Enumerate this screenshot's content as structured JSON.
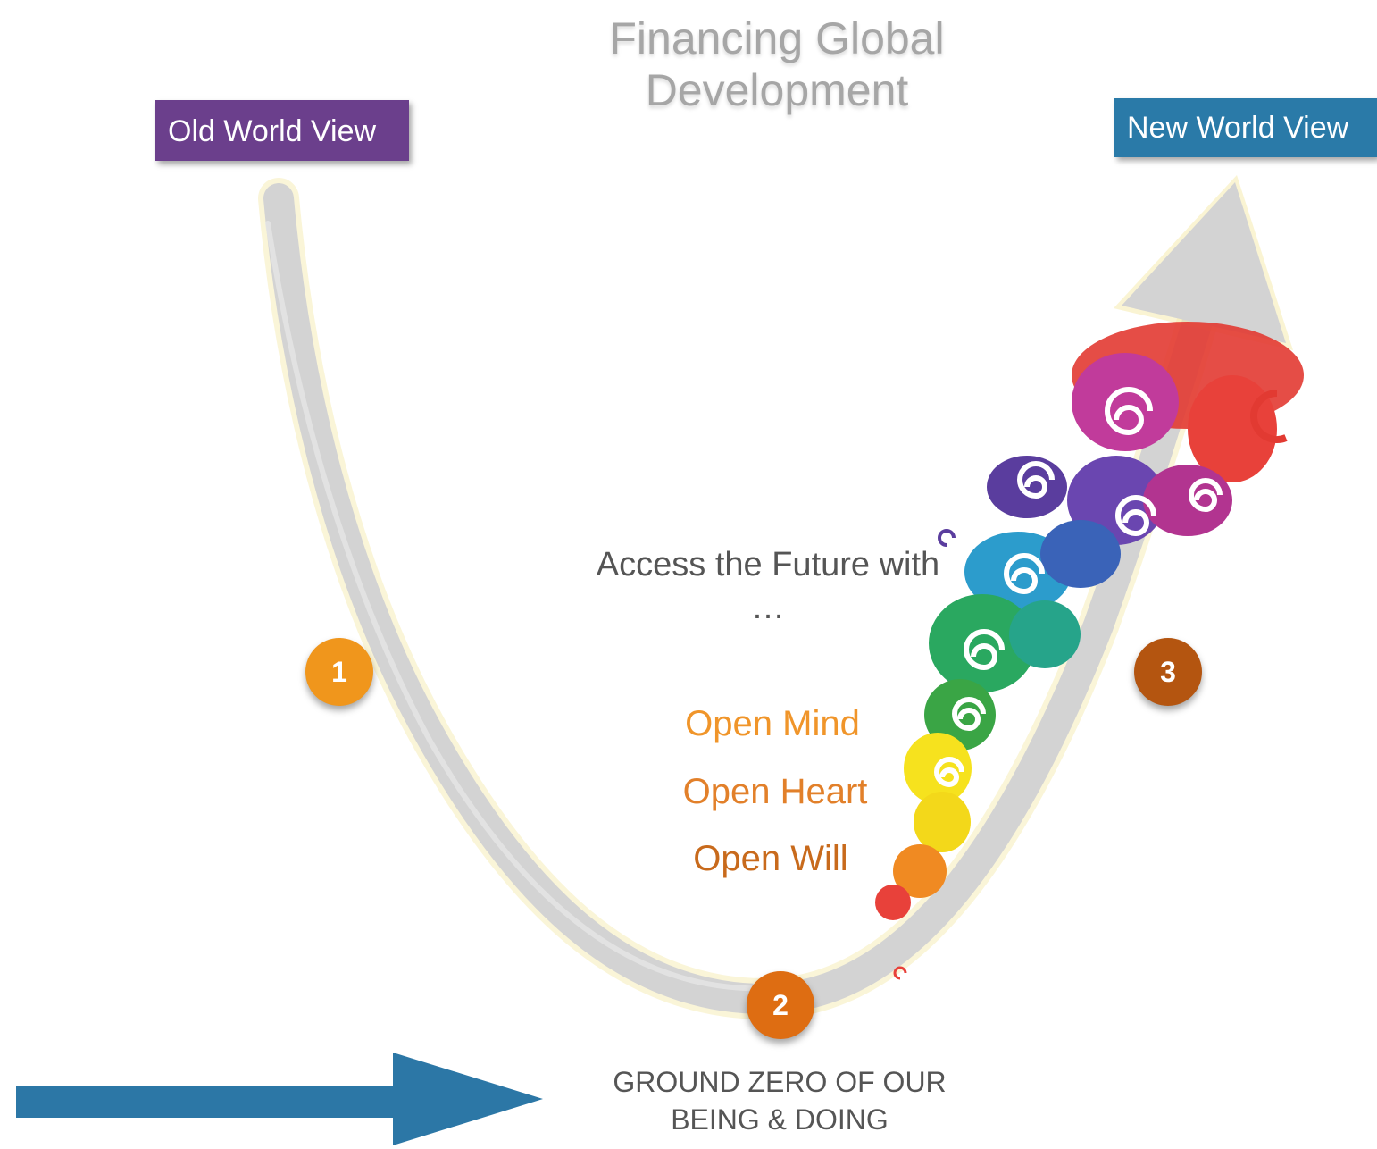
{
  "title": "Financing Global Development",
  "labels": {
    "old_world_view": "Old World View",
    "new_world_view": "New World View"
  },
  "access_text": "Access the Future with …",
  "open_items": [
    "Open Mind",
    "Open Heart",
    "Open Will"
  ],
  "steps": [
    "1",
    "2",
    "3"
  ],
  "ground_zero": "GROUND ZERO OF OUR BEING & DOING",
  "colors": {
    "title_gray": "#a6a6a6",
    "old_view_purple": "#6b3f8c",
    "new_view_blue": "#2a7aa8",
    "u_curve_gray": "#d3d3d3",
    "badge_1": "#f0961c",
    "badge_2": "#de6d12",
    "badge_3": "#b45510",
    "bottom_arrow_blue": "#2c77a6"
  },
  "icons": {
    "u_curve": "brush-u-curve-arrow-icon",
    "swirls": "rainbow-swirls-icon",
    "bottom_arrow": "right-arrow-icon"
  }
}
